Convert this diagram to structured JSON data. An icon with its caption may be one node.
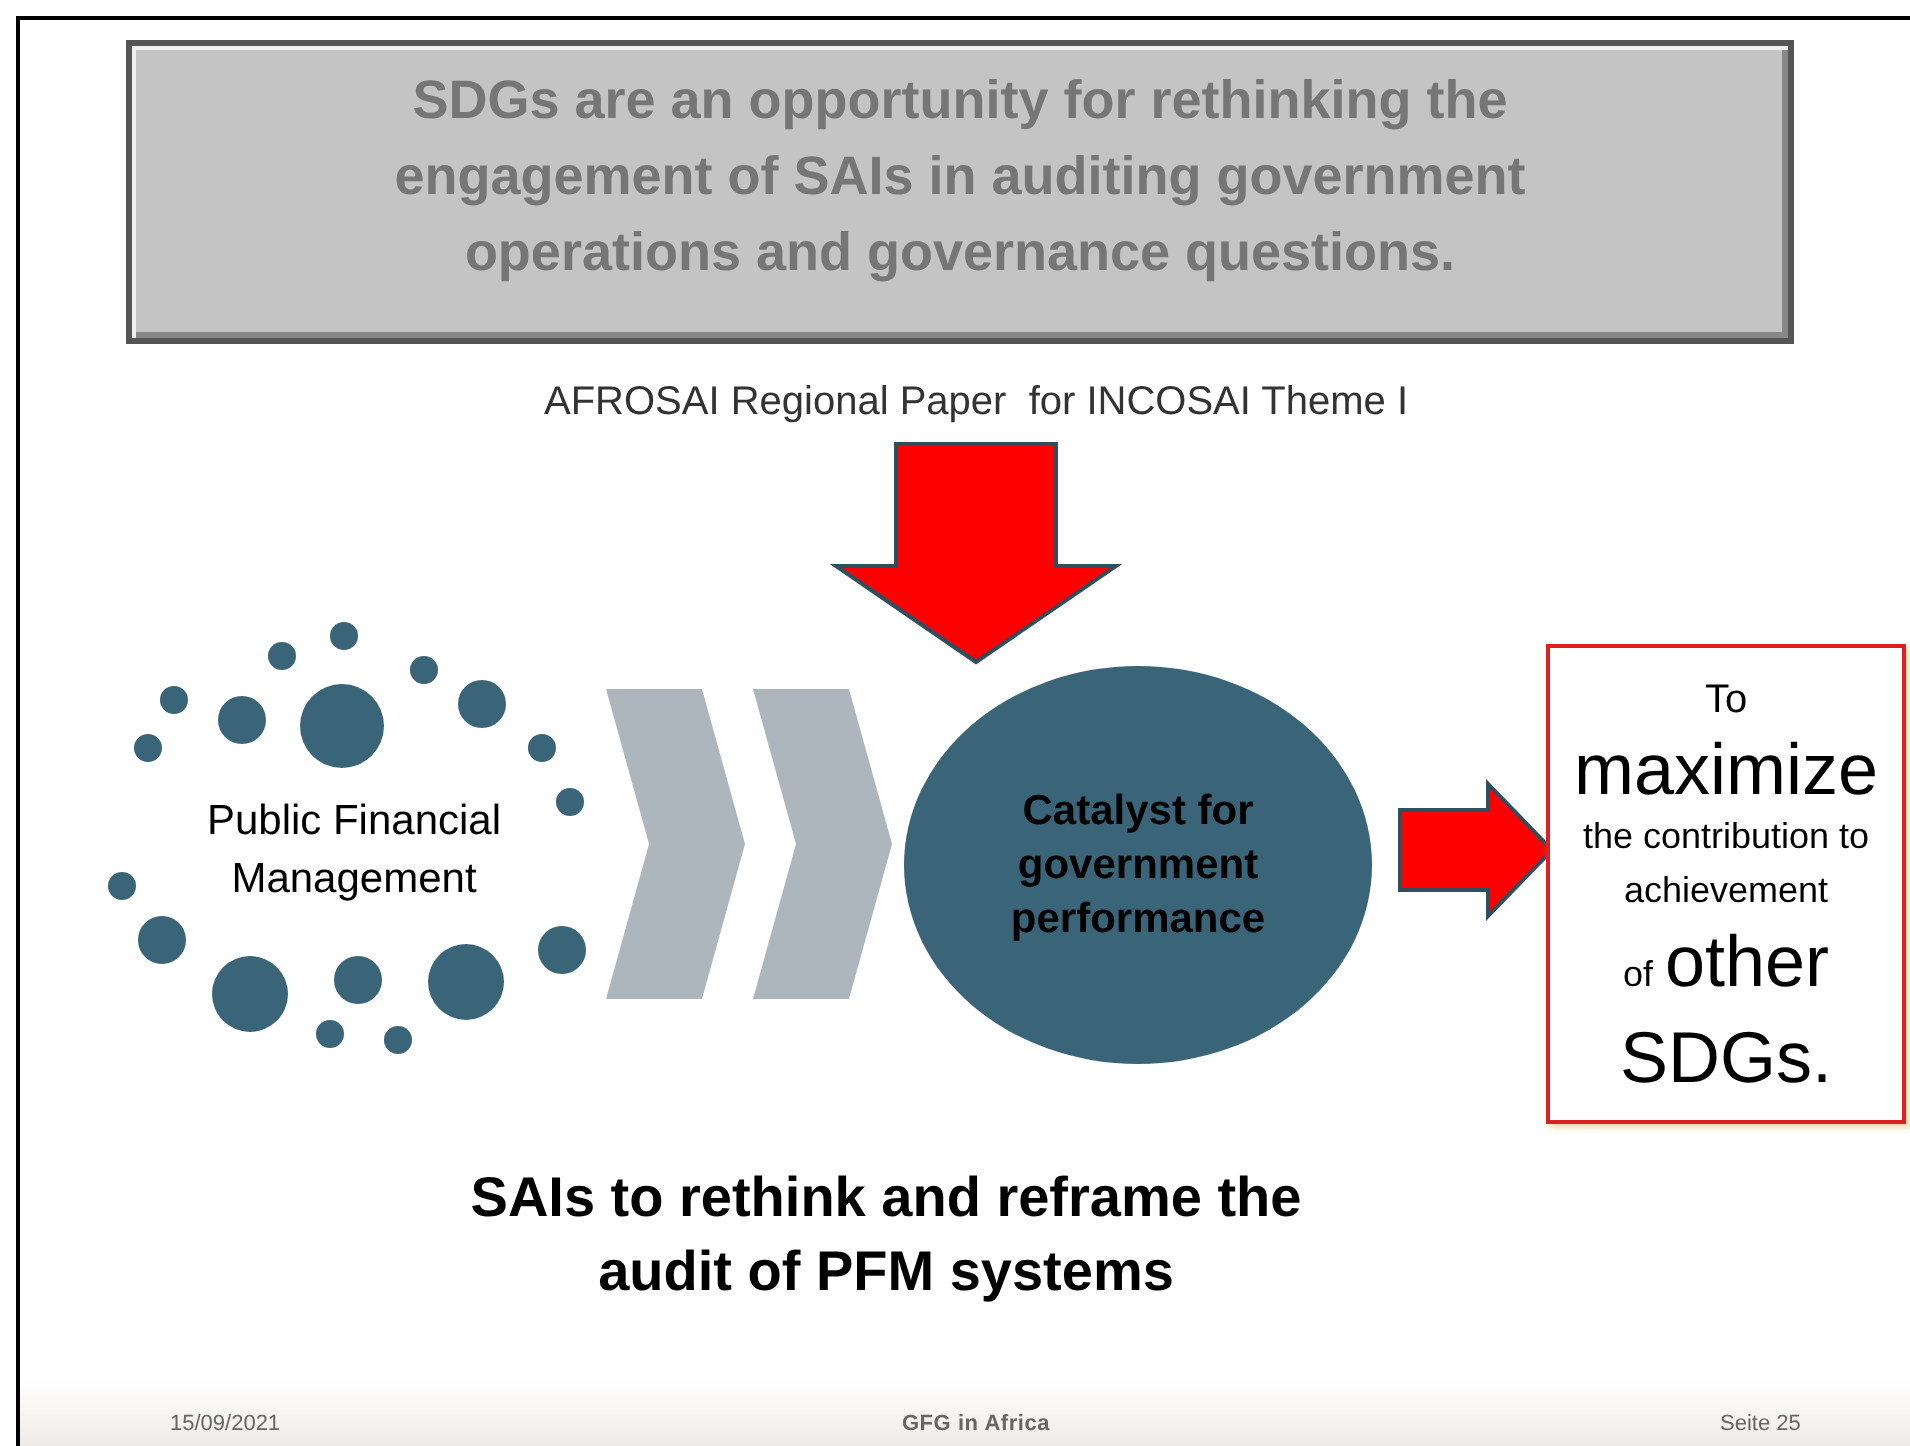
{
  "diagram": {
    "nodes": [
      {
        "text": [
          "SDGs are an opportunity for rethinking the engagement of SAIs in auditing government operations and governance questions."
        ]
      },
      {
        "text": [
          "AFROSAI Regional Paper  for INCOSAI Theme I"
        ]
      },
      {
        "text": [
          "Public Financial Management"
        ]
      },
      {
        "text": [
          "Catalyst for government performance"
        ]
      },
      {
        "text": [
          "To",
          "maximize",
          "the contribution to achievement",
          "of",
          "other",
          "SDGs."
        ]
      }
    ],
    "edges": [
      {
        "from": 1,
        "to": 3,
        "arrow": "to",
        "style": "thick",
        "color": "#ff0000"
      },
      {
        "from": 2,
        "to": 3,
        "arrow": "to",
        "style": "thick",
        "color": "#aeb6bd"
      },
      {
        "from": 3,
        "to": 4,
        "arrow": "to",
        "style": "thick",
        "color": "#ff0000"
      }
    ],
    "labels": [
      "SAIs to rethink and reframe the audit of PFM systems",
      "15/09/2021",
      "GFG in Africa",
      "Seite 25"
    ]
  }
}
